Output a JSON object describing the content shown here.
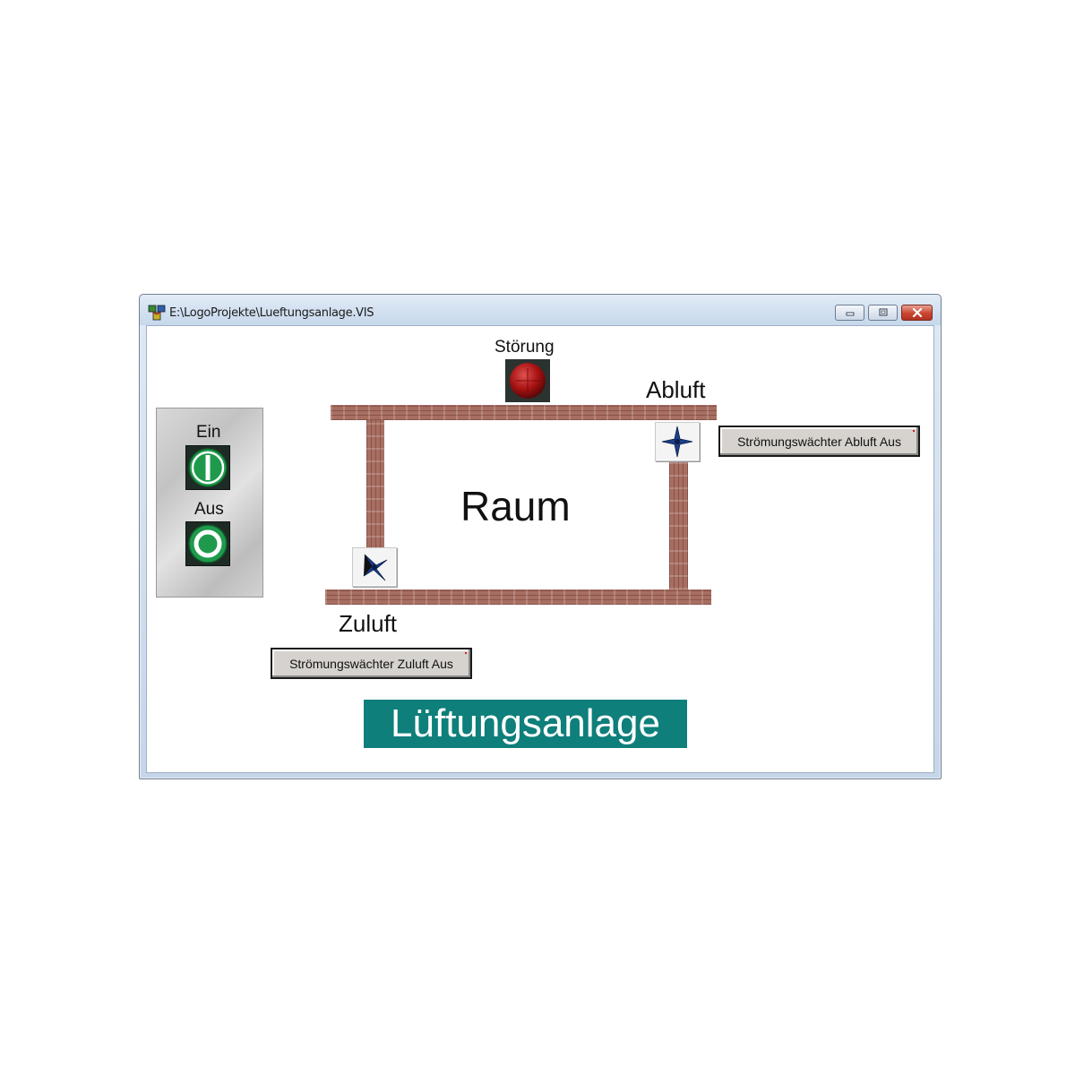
{
  "window": {
    "title": "E:\\LogoProjekte\\Lueftungsanlage.VIS"
  },
  "controls": {
    "on_label": "Ein",
    "off_label": "Aus"
  },
  "diagram": {
    "alarm_label": "Störung",
    "exhaust_label": "Abluft",
    "supply_label": "Zuluft",
    "room_label": "Raum"
  },
  "sensors": {
    "exhaust_flow": "Strömungswächter Abluft Aus",
    "supply_flow": "Strömungswächter Zuluft Aus"
  },
  "banner": {
    "title": "Lüftungsanlage"
  },
  "colors": {
    "banner_bg": "#0e7f7a",
    "wall": "#a86e62",
    "on_button": "#1f9a4c",
    "alarm_lamp": "#b01414"
  },
  "icons": {
    "app": "app-icon",
    "fan": "fan-icon",
    "alarm": "alarm-lamp-icon"
  }
}
